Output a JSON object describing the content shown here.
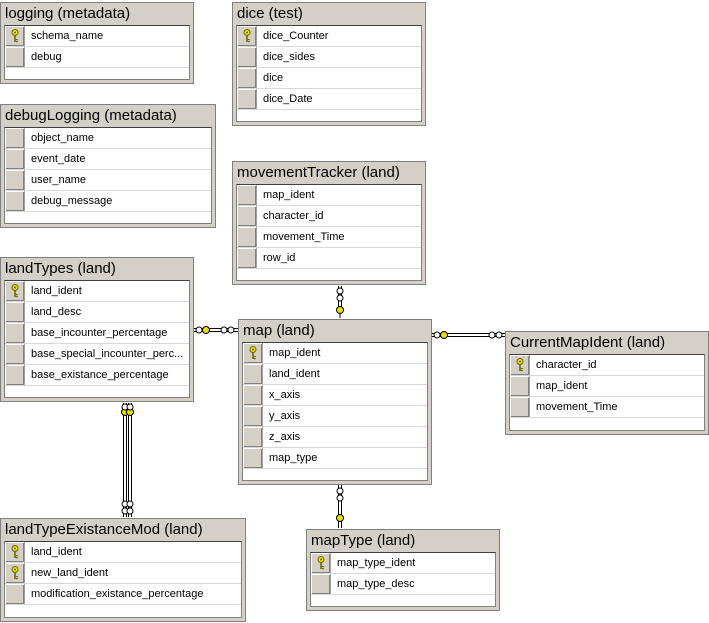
{
  "tables": [
    {
      "id": "logging",
      "title": "logging (metadata)",
      "columns": [
        {
          "name": "schema_name",
          "pk": true
        },
        {
          "name": "debug",
          "pk": false
        }
      ]
    },
    {
      "id": "dice",
      "title": "dice (test)",
      "columns": [
        {
          "name": "dice_Counter",
          "pk": true
        },
        {
          "name": "dice_sides",
          "pk": false
        },
        {
          "name": "dice",
          "pk": false
        },
        {
          "name": "dice_Date",
          "pk": false
        }
      ]
    },
    {
      "id": "debugLogging",
      "title": "debugLogging (metadata)",
      "columns": [
        {
          "name": "object_name",
          "pk": false
        },
        {
          "name": "event_date",
          "pk": false
        },
        {
          "name": "user_name",
          "pk": false
        },
        {
          "name": "debug_message",
          "pk": false
        }
      ]
    },
    {
      "id": "movementTracker",
      "title": "movementTracker (land)",
      "columns": [
        {
          "name": "map_ident",
          "pk": false
        },
        {
          "name": "character_id",
          "pk": false
        },
        {
          "name": "movement_Time",
          "pk": false
        },
        {
          "name": "row_id",
          "pk": false
        }
      ]
    },
    {
      "id": "landTypes",
      "title": "landTypes (land)",
      "columns": [
        {
          "name": "land_ident",
          "pk": true
        },
        {
          "name": "land_desc",
          "pk": false
        },
        {
          "name": "base_incounter_percentage",
          "pk": false
        },
        {
          "name": "base_special_incounter_perc...",
          "pk": false
        },
        {
          "name": "base_existance_percentage",
          "pk": false
        }
      ]
    },
    {
      "id": "map",
      "title": "map (land)",
      "columns": [
        {
          "name": "map_ident",
          "pk": true
        },
        {
          "name": "land_ident",
          "pk": false
        },
        {
          "name": "x_axis",
          "pk": false
        },
        {
          "name": "y_axis",
          "pk": false
        },
        {
          "name": "z_axis",
          "pk": false
        },
        {
          "name": "map_type",
          "pk": false
        }
      ]
    },
    {
      "id": "currentMapIdent",
      "title": "CurrentMapIdent (land)",
      "columns": [
        {
          "name": "character_id",
          "pk": true
        },
        {
          "name": "map_ident",
          "pk": false
        },
        {
          "name": "movement_Time",
          "pk": false
        }
      ]
    },
    {
      "id": "landTypeExistanceMod",
      "title": "landTypeExistanceMod (land)",
      "columns": [
        {
          "name": "land_ident",
          "pk": true
        },
        {
          "name": "new_land_ident",
          "pk": true
        },
        {
          "name": "modification_existance_percentage",
          "pk": false
        }
      ]
    },
    {
      "id": "mapType",
      "title": "mapType (land)",
      "columns": [
        {
          "name": "map_type_ident",
          "pk": true
        },
        {
          "name": "map_type_desc",
          "pk": false
        }
      ]
    }
  ],
  "relationships": [
    {
      "from": "movementTracker",
      "to": "map"
    },
    {
      "from": "landTypes",
      "to": "map"
    },
    {
      "from": "currentMapIdent",
      "to": "map"
    },
    {
      "from": "landTypeExistanceMod",
      "to": "landTypes"
    },
    {
      "from": "map",
      "to": "mapType"
    }
  ],
  "colors": {
    "frame": "#d4d0c8",
    "border": "#808080",
    "line": "#000000",
    "key": "#e8e000"
  },
  "icons": {
    "primary_key": "key-icon",
    "row_selector": "row-selector-icon"
  }
}
